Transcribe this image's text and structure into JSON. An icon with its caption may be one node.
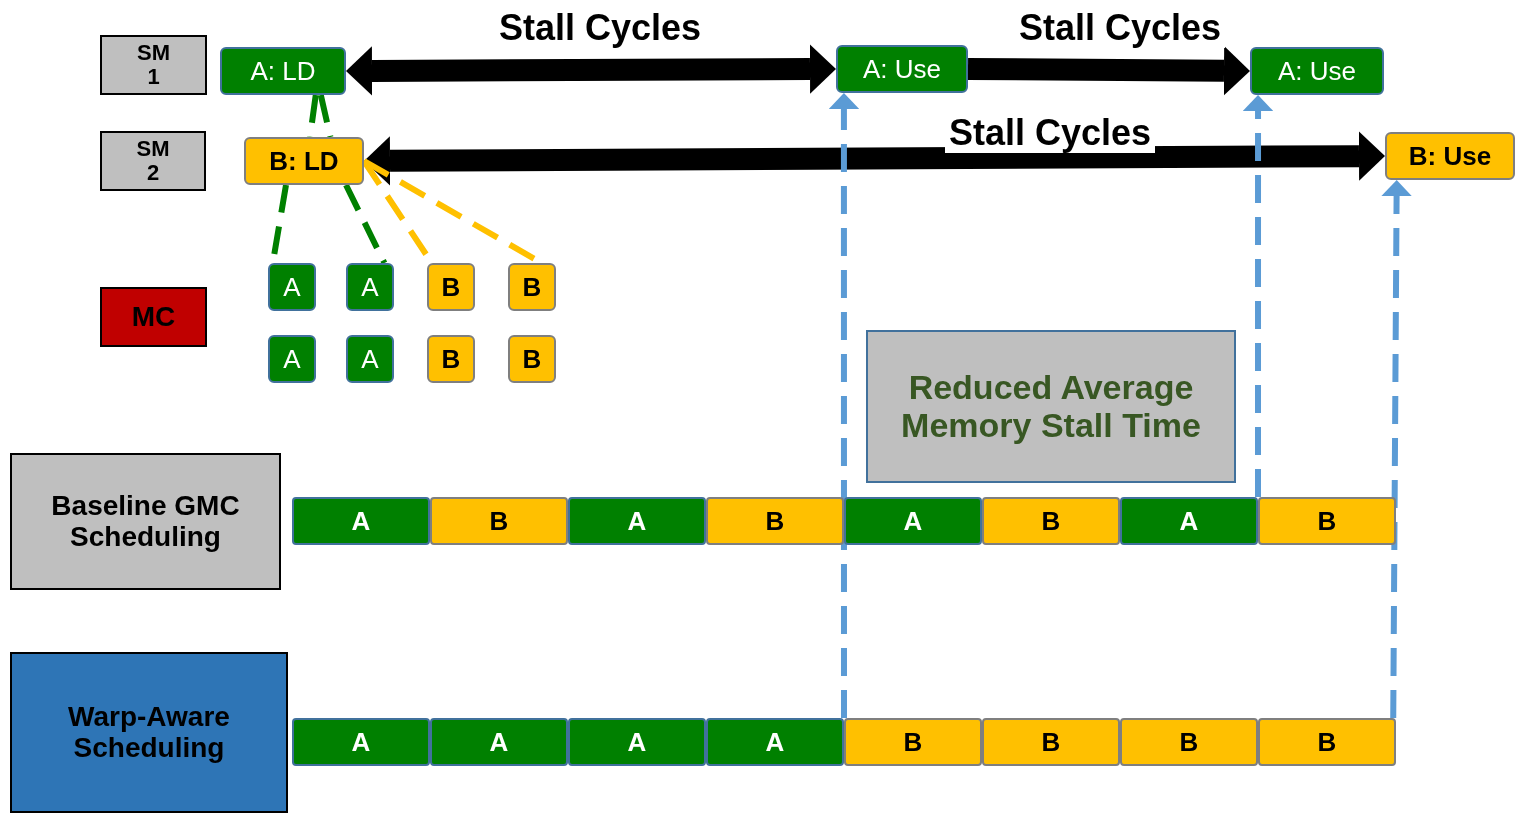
{
  "diagram": {
    "nodes": [
      {
        "text": [
          "SM 1"
        ]
      },
      {
        "text": [
          "SM 2"
        ]
      },
      {
        "text": [
          "MC"
        ]
      },
      {
        "text": [
          "A: LD"
        ]
      },
      {
        "text": [
          "A: Use"
        ]
      },
      {
        "text": [
          "A: Use"
        ]
      },
      {
        "text": [
          "B: LD"
        ]
      },
      {
        "text": [
          "B: Use"
        ]
      },
      {
        "text": [
          "A"
        ]
      },
      {
        "text": [
          "A"
        ]
      },
      {
        "text": [
          "B"
        ]
      },
      {
        "text": [
          "B"
        ]
      },
      {
        "text": [
          "A"
        ]
      },
      {
        "text": [
          "A"
        ]
      },
      {
        "text": [
          "B"
        ]
      },
      {
        "text": [
          "B"
        ]
      },
      {
        "text": [
          "Reduced Average Memory Stall Time"
        ]
      },
      {
        "text": [
          "Baseline GMC Scheduling"
        ]
      },
      {
        "text": [
          "A"
        ]
      },
      {
        "text": [
          "B"
        ]
      },
      {
        "text": [
          "A"
        ]
      },
      {
        "text": [
          "B"
        ]
      },
      {
        "text": [
          "A"
        ]
      },
      {
        "text": [
          "B"
        ]
      },
      {
        "text": [
          "A"
        ]
      },
      {
        "text": [
          "B"
        ]
      },
      {
        "text": [
          "Warp-Aware Scheduling"
        ]
      },
      {
        "text": [
          "A"
        ]
      },
      {
        "text": [
          "A"
        ]
      },
      {
        "text": [
          "A"
        ]
      },
      {
        "text": [
          "A"
        ]
      },
      {
        "text": [
          "B"
        ]
      },
      {
        "text": [
          "B"
        ]
      },
      {
        "text": [
          "B"
        ]
      },
      {
        "text": [
          "B"
        ]
      }
    ],
    "edges": [
      {
        "from": 3,
        "to": 4,
        "arrow": "both",
        "label": "Stall Cycles",
        "style": "thick",
        "color": "#000000"
      },
      {
        "from": 4,
        "to": 5,
        "arrow": "to",
        "label": "Stall Cycles",
        "style": "thick",
        "color": "#000000"
      },
      {
        "from": 6,
        "to": 7,
        "arrow": "both",
        "label": "Stall Cycles",
        "style": "thick",
        "color": "#000000"
      },
      {
        "from": 3,
        "to": 6,
        "arrow": "none",
        "style": "dashed",
        "color": "#008000"
      },
      {
        "from": 3,
        "to": 6,
        "arrow": "none",
        "style": "dashed",
        "color": "#008000"
      },
      {
        "from": 6,
        "to": 8,
        "arrow": "none",
        "style": "dashed",
        "color": "#008000"
      },
      {
        "from": 6,
        "to": 9,
        "arrow": "none",
        "style": "dashed",
        "color": "#008000"
      },
      {
        "from": 6,
        "to": 10,
        "arrow": "none",
        "style": "dashed",
        "color": "#ffc000"
      },
      {
        "from": 6,
        "to": 11,
        "arrow": "none",
        "style": "dashed",
        "color": "#ffc000"
      },
      {
        "from": 30,
        "to": 4,
        "arrow": "to",
        "style": "dashed",
        "color": "#5b9bd5"
      },
      {
        "from": 24,
        "to": 5,
        "arrow": "to",
        "style": "dashed",
        "color": "#5b9bd5"
      },
      {
        "from": 34,
        "to": 7,
        "arrow": "to",
        "style": "dashed",
        "color": "#5b9bd5"
      }
    ]
  }
}
